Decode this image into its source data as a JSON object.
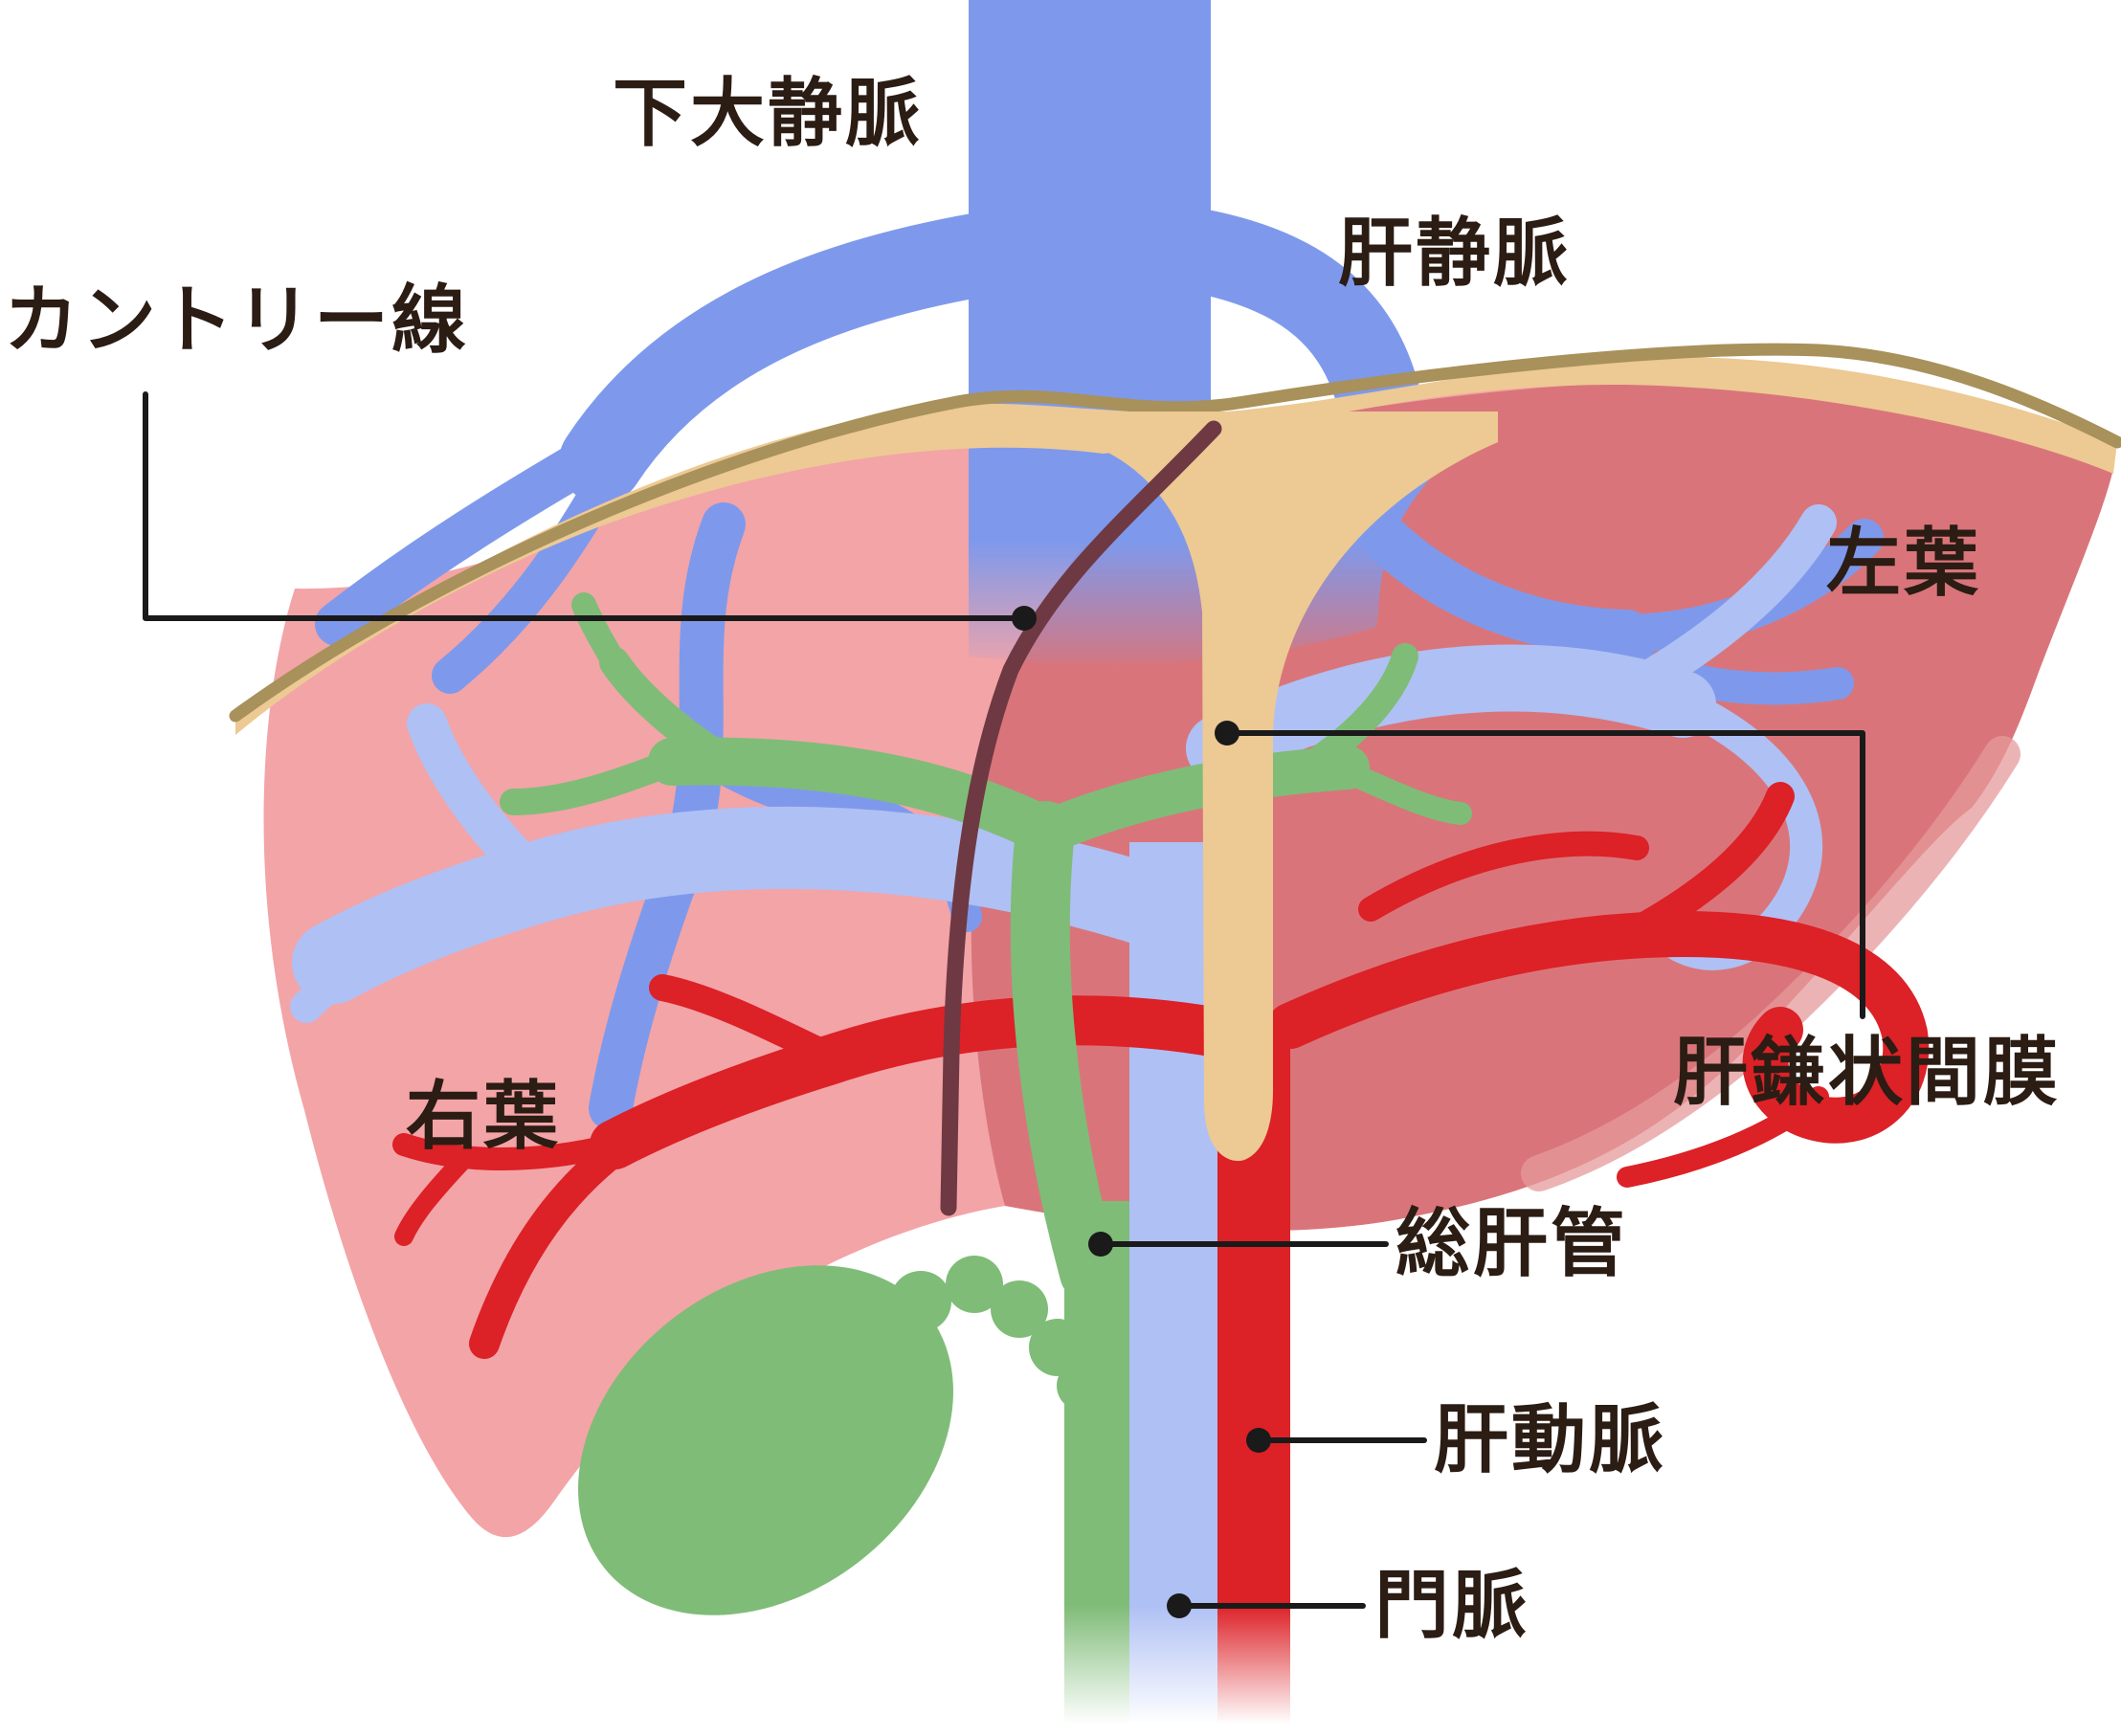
{
  "labels": {
    "inferior_vena_cava": "下大静脈",
    "hepatic_vein": "肝静脈",
    "cantlie_line": "カントリー線",
    "left_lobe": "左葉",
    "right_lobe": "右葉",
    "falciform_ligament": "肝鎌状間膜",
    "common_hepatic_duct": "総肝管",
    "hepatic_artery": "肝動脈",
    "portal_vein": "門脈"
  },
  "colors": {
    "vein_blue": "#7E99EC",
    "portal_blue": "#AFC0F4",
    "artery_red": "#DC2127",
    "duct_green": "#7FBC78",
    "ligament_tan": "#EDC994",
    "ligament_edge": "#A8915A",
    "liver_light": "#F3A4A7",
    "liver_dark": "#D9757A",
    "liver_edge_light": "#E6999C",
    "cantlie_maroon": "#6E3943",
    "callout_black": "#1A1A1A",
    "label_text": "#2B1C14",
    "background": "#FFFFFF"
  }
}
